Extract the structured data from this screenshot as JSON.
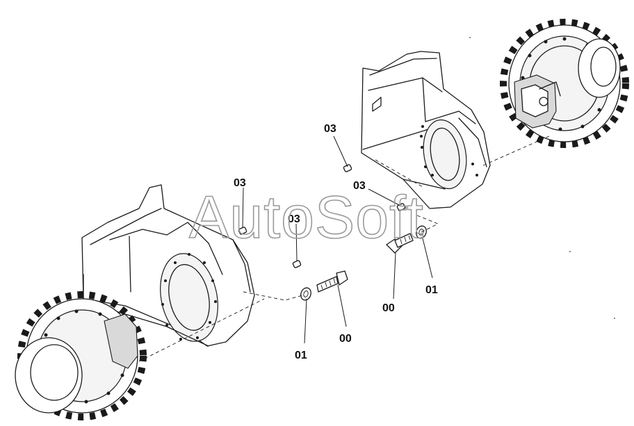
{
  "diagram": {
    "callouts": [
      {
        "id": "c1",
        "label": "03"
      },
      {
        "id": "c2",
        "label": "03"
      },
      {
        "id": "c3",
        "label": "03"
      },
      {
        "id": "c4",
        "label": "03"
      },
      {
        "id": "c5",
        "label": "01"
      },
      {
        "id": "c6",
        "label": "00"
      },
      {
        "id": "c7",
        "label": "00"
      },
      {
        "id": "c8",
        "label": "01"
      }
    ]
  },
  "watermark": {
    "text": "AutoSoft"
  },
  "colors": {
    "line": "#1a1a1a",
    "background": "#ffffff",
    "watermark": "#9a9a9a"
  }
}
